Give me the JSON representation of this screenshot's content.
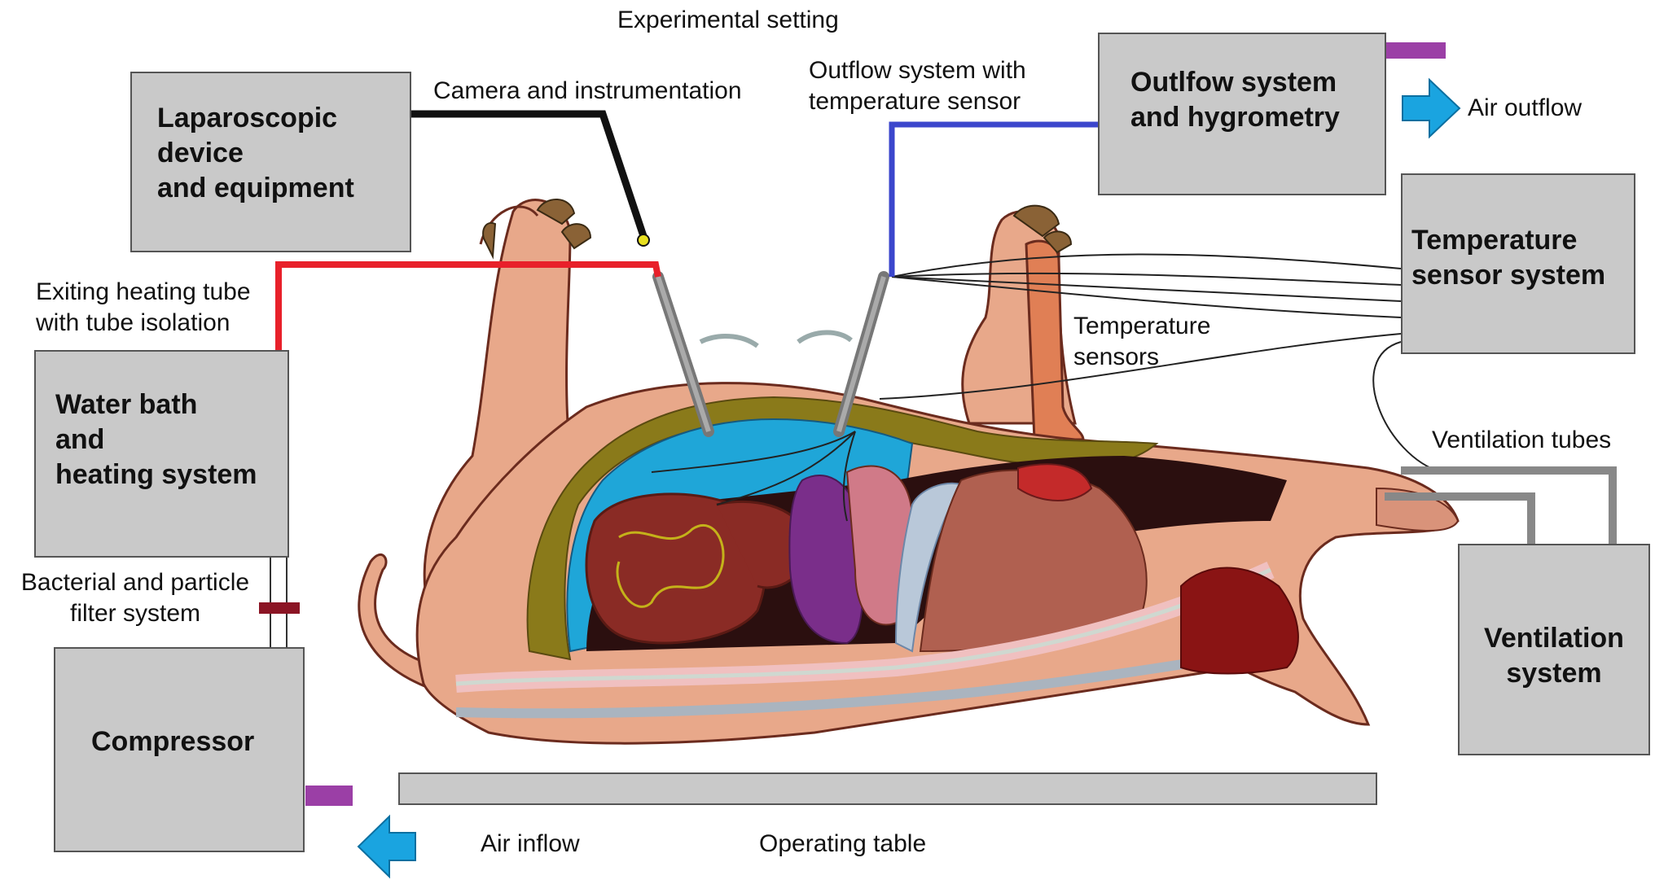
{
  "diagram": {
    "title": "Experimental setting",
    "boxes": {
      "laparoscopic": "Laparoscopic\ndevice\nand equipment",
      "outflow": "Outlfow system\nand hygrometry",
      "temperature": "Temperature\nsensor system",
      "waterbath": "Water bath\nand\nheating system",
      "compressor": "Compressor",
      "ventilation": "Ventilation\nsystem"
    },
    "labels": {
      "camera": "Camera and instrumentation",
      "outflow_sensor": "Outflow system with\ntemperature sensor",
      "air_outflow": "Air outflow",
      "heating_tube": "Exiting heating tube\nwith tube isolation",
      "temp_sensors": "Temperature\nsensors",
      "vent_tubes": "Ventilation tubes",
      "filter": "Bacterial and particle\nfilter system",
      "air_inflow": "Air inflow",
      "table": "Operating table"
    },
    "colors": {
      "box_fill": "#c9c9c9",
      "heating_tube": "#e8202a",
      "outflow_tube": "#3b46cc",
      "camera_cable": "#111111",
      "arrow": "#1aa4e0",
      "connector": "#9b3fa6",
      "filter": "#8b1424",
      "ventilation_tube": "#888888",
      "skin": "#e8a88a",
      "abdominal_cavity": "#1fa6d8"
    }
  }
}
